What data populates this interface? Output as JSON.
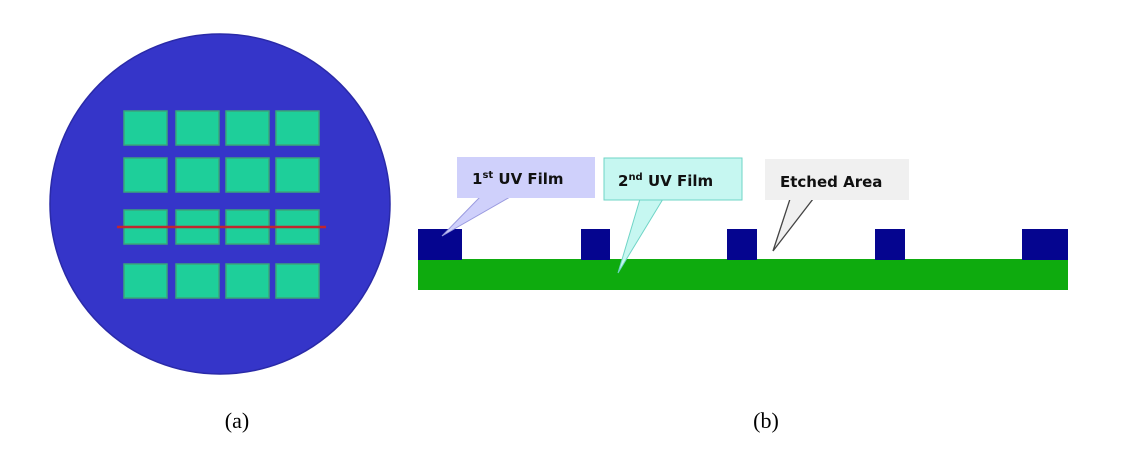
{
  "colors": {
    "wafer_fill": "#3535c9",
    "wafer_stroke": "#2a2aa8",
    "die_fill": "#1ecf9a",
    "die_stroke": "#3aa57a",
    "cut_line": "#c0262e",
    "film1": "#05058f",
    "film2": "#0eab0e",
    "callout1_fill": "#cfd0fb",
    "callout2_fill": "#c6f7f1",
    "callout3_fill": "#f0f0f0"
  },
  "wafer": {
    "die_rows": 4,
    "die_cols": 4
  },
  "callouts": {
    "first_uv": {
      "num": "1",
      "sup": "st",
      "text": " UV Film"
    },
    "second_uv": {
      "num": "2",
      "sup": "nd",
      "text": " UV Film"
    },
    "etched": {
      "text": "Etched Area"
    }
  },
  "labels": {
    "a": "(a)",
    "b": "(b)"
  }
}
